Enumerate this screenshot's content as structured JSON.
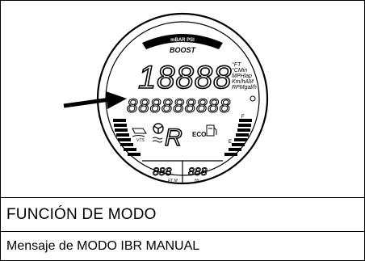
{
  "gauge": {
    "boost_scale": "mBAR PSI",
    "boost_label": "BOOST",
    "main_digits": "18888",
    "units": [
      "°FT",
      "°CMin",
      "MPHlap",
      "Km/hAM",
      "RPMgal/h"
    ],
    "matrix_digits": "888888888",
    "gear_letter": "R",
    "eco_label": "ECO",
    "vts_label": "VTS",
    "fuel_full": "F",
    "fuel_empty": "E",
    "bottom_left_digits": "888",
    "bottom_left_units": "FT M",
    "bottom_right_digits": "888",
    "bottom_right_units": "Hr"
  },
  "title": "FUNCIÓN DE MODO",
  "caption": "Mensaje de MODO IBR MANUAL"
}
